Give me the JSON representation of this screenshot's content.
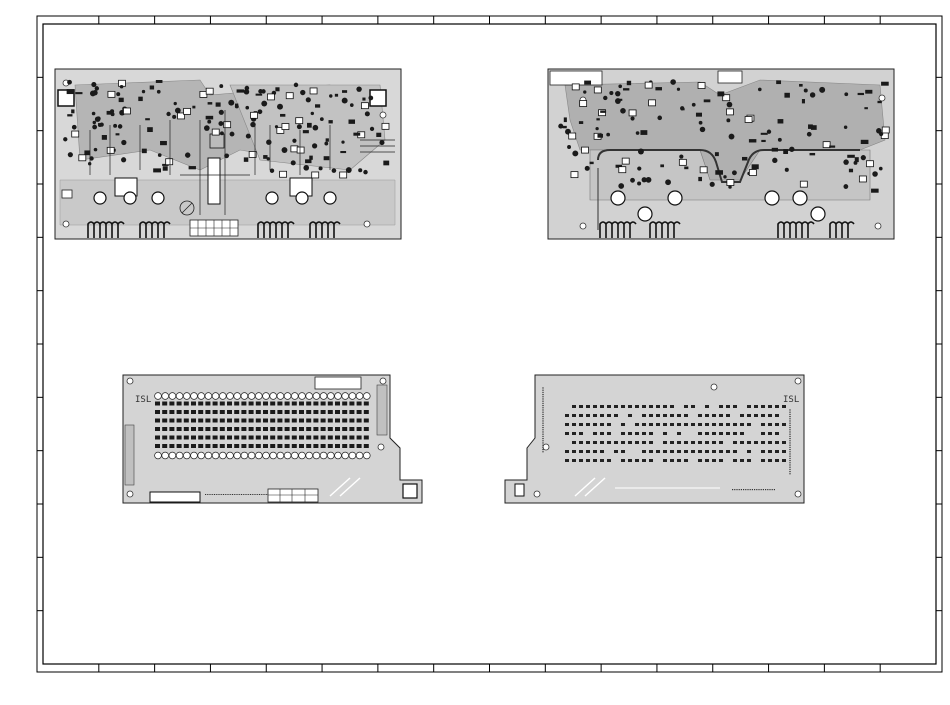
{
  "sheet": {
    "frame_color": "#000000",
    "board_fill": "#d6d6d6",
    "copper_fill": "#8c8c8c",
    "pad_fill": "#1a1a1a",
    "zone_count_top": 16,
    "zone_count_side": 12
  },
  "boards": [
    {
      "id": "amp-top",
      "side": "component",
      "label": ""
    },
    {
      "id": "amp-bottom",
      "side": "solder",
      "label": ""
    },
    {
      "id": "indicator-top",
      "side": "component",
      "label": ""
    },
    {
      "id": "indicator-bottom",
      "side": "solder",
      "label": ""
    }
  ],
  "marks": {
    "indicator_top_tag": "ISL",
    "indicator_bottom_tag": "ISL"
  }
}
